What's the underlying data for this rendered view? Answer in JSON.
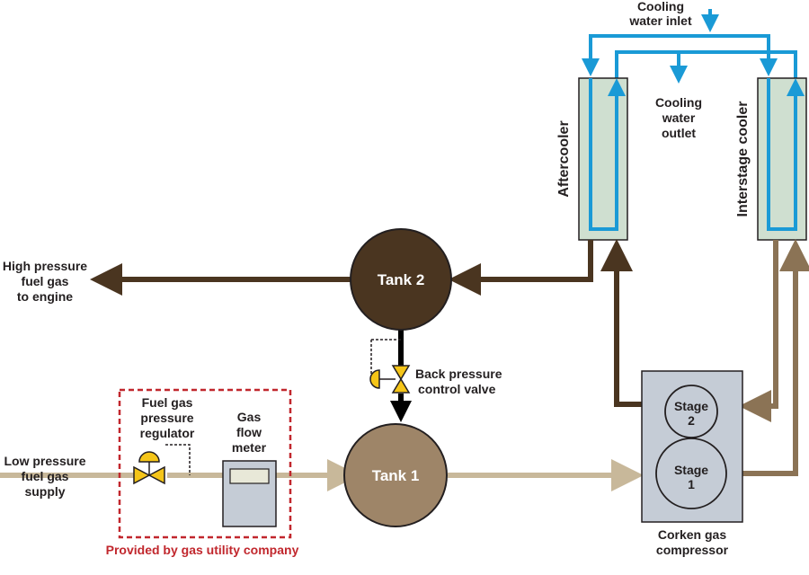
{
  "labels": {
    "cooling_inlet": [
      "Cooling",
      "water inlet"
    ],
    "cooling_outlet": [
      "Cooling",
      "water",
      "outlet"
    ],
    "aftercooler": "Aftercooler",
    "interstage": "Interstage cooler",
    "tank2": "Tank 2",
    "tank1": "Tank 1",
    "high_pressure": [
      "High pressure",
      "fuel gas",
      "to engine"
    ],
    "low_pressure": [
      "Low pressure",
      "fuel gas",
      "supply"
    ],
    "back_pressure": [
      "Back pressure",
      "control valve"
    ],
    "regulator": [
      "Fuel gas",
      "pressure",
      "regulator"
    ],
    "meter": [
      "Gas",
      "flow",
      "meter"
    ],
    "stage2": [
      "Stage",
      "2"
    ],
    "stage1": [
      "Stage",
      "1"
    ],
    "compressor": [
      "Corken gas",
      "compressor"
    ],
    "utility": "Provided by gas utility company"
  },
  "colors": {
    "dark_brown": "#4a3520",
    "light_brown": "#8b7355",
    "tan": "#c8b89a",
    "tank2_fill": "#4a3520",
    "tank1_fill": "#9e8568",
    "water_blue": "#1a9ad6",
    "cooler_fill": "#cfdfd0",
    "compressor_fill": "#c5ccd6",
    "valve_yellow": "#f5c518",
    "utility_red": "#c1272d"
  }
}
